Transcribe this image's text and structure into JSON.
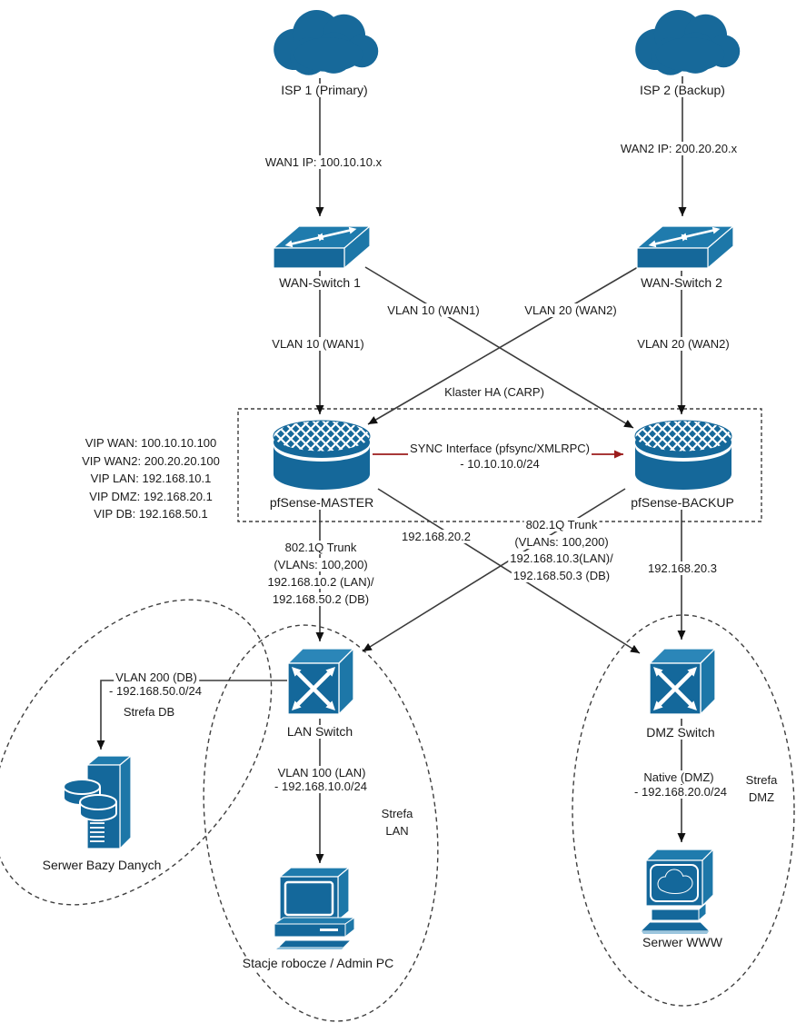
{
  "nodes": {
    "isp1": {
      "label": "ISP 1 (Primary)"
    },
    "isp2": {
      "label": "ISP 2 (Backup)"
    },
    "wan_switch_1": {
      "label": "WAN-Switch 1"
    },
    "wan_switch_2": {
      "label": "WAN-Switch 2"
    },
    "pfsense_master": {
      "label": "pfSense-MASTER"
    },
    "pfsense_backup": {
      "label": "pfSense-BACKUP"
    },
    "lan_switch": {
      "label": "LAN Switch"
    },
    "dmz_switch": {
      "label": "DMZ Switch"
    },
    "db_server": {
      "label": "Serwer Bazy Danych"
    },
    "workstations": {
      "label": "Stacje robocze / Admin PC"
    },
    "www_server": {
      "label": "Serwer WWW"
    }
  },
  "cluster": {
    "label": "Klaster HA (CARP)",
    "vips": [
      "VIP WAN: 100.10.10.100",
      "VIP WAN2: 200.20.20.100",
      "VIP LAN: 192.168.10.1",
      "VIP DMZ: 192.168.20.1",
      "VIP DB: 192.168.50.1"
    ],
    "sync_label_1": "SYNC Interface (pfsync/XMLRPC)",
    "sync_label_2": "- 10.10.10.0/24"
  },
  "links": {
    "wan1_ip": "WAN1 IP: 100.10.10.x",
    "wan2_ip": "WAN2 IP: 200.20.20.x",
    "vlan10_direct": "VLAN 10 (WAN1)",
    "vlan10_cross": "VLAN 10 (WAN1)",
    "vlan20_cross": "VLAN 20 (WAN2)",
    "vlan20_direct": "VLAN 20 (WAN2)",
    "trunk_master": [
      "802.1Q Trunk",
      "(VLANs: 100,200)",
      "192.168.10.2 (LAN)/",
      "192.168.50.2 (DB)"
    ],
    "trunk_backup": [
      "802.1Q Trunk",
      "(VLANs: 100,200)",
      "192.168.10.3(LAN)/",
      "192.168.50.3 (DB)"
    ],
    "master_dmz_ip": "192.168.20.2",
    "backup_dmz_ip": "192.168.20.3",
    "vlan200_db_1": "VLAN 200 (DB)",
    "vlan200_db_2": "- 192.168.50.0/24",
    "vlan100_lan_1": "VLAN 100 (LAN)",
    "vlan100_lan_2": "- 192.168.10.0/24",
    "native_dmz_1": "Native (DMZ)",
    "native_dmz_2": "- 192.168.20.0/24"
  },
  "zones": {
    "db": {
      "label": "Strefa DB"
    },
    "lan": {
      "label_1": "Strefa",
      "label_2": "LAN"
    },
    "dmz": {
      "label_1": "Strefa",
      "label_2": "DMZ"
    }
  },
  "colors": {
    "device_blue": "#15689a",
    "sync_red": "#9b1b1b",
    "line": "#3b3b3b"
  }
}
